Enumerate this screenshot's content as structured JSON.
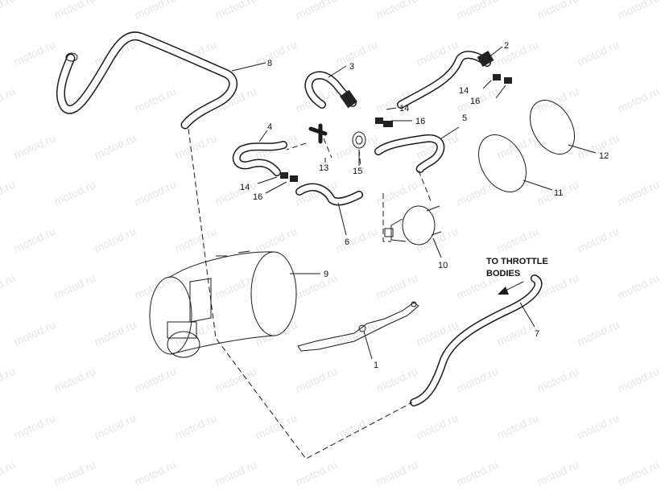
{
  "watermark": "motod.ru",
  "callouts": {
    "c1": "1",
    "c2": "2",
    "c3": "3",
    "c4": "4",
    "c5": "5",
    "c6": "6",
    "c7": "7",
    "c8": "8",
    "c9": "9",
    "c10": "10",
    "c11": "11",
    "c12": "12",
    "c13": "13",
    "c14a": "14",
    "c14b": "14",
    "c14c": "14",
    "c15": "15",
    "c16a": "16",
    "c16b": "16",
    "c16c": "16"
  },
  "note": {
    "line1": "TO THROTTLE",
    "line2": "BODIES"
  }
}
